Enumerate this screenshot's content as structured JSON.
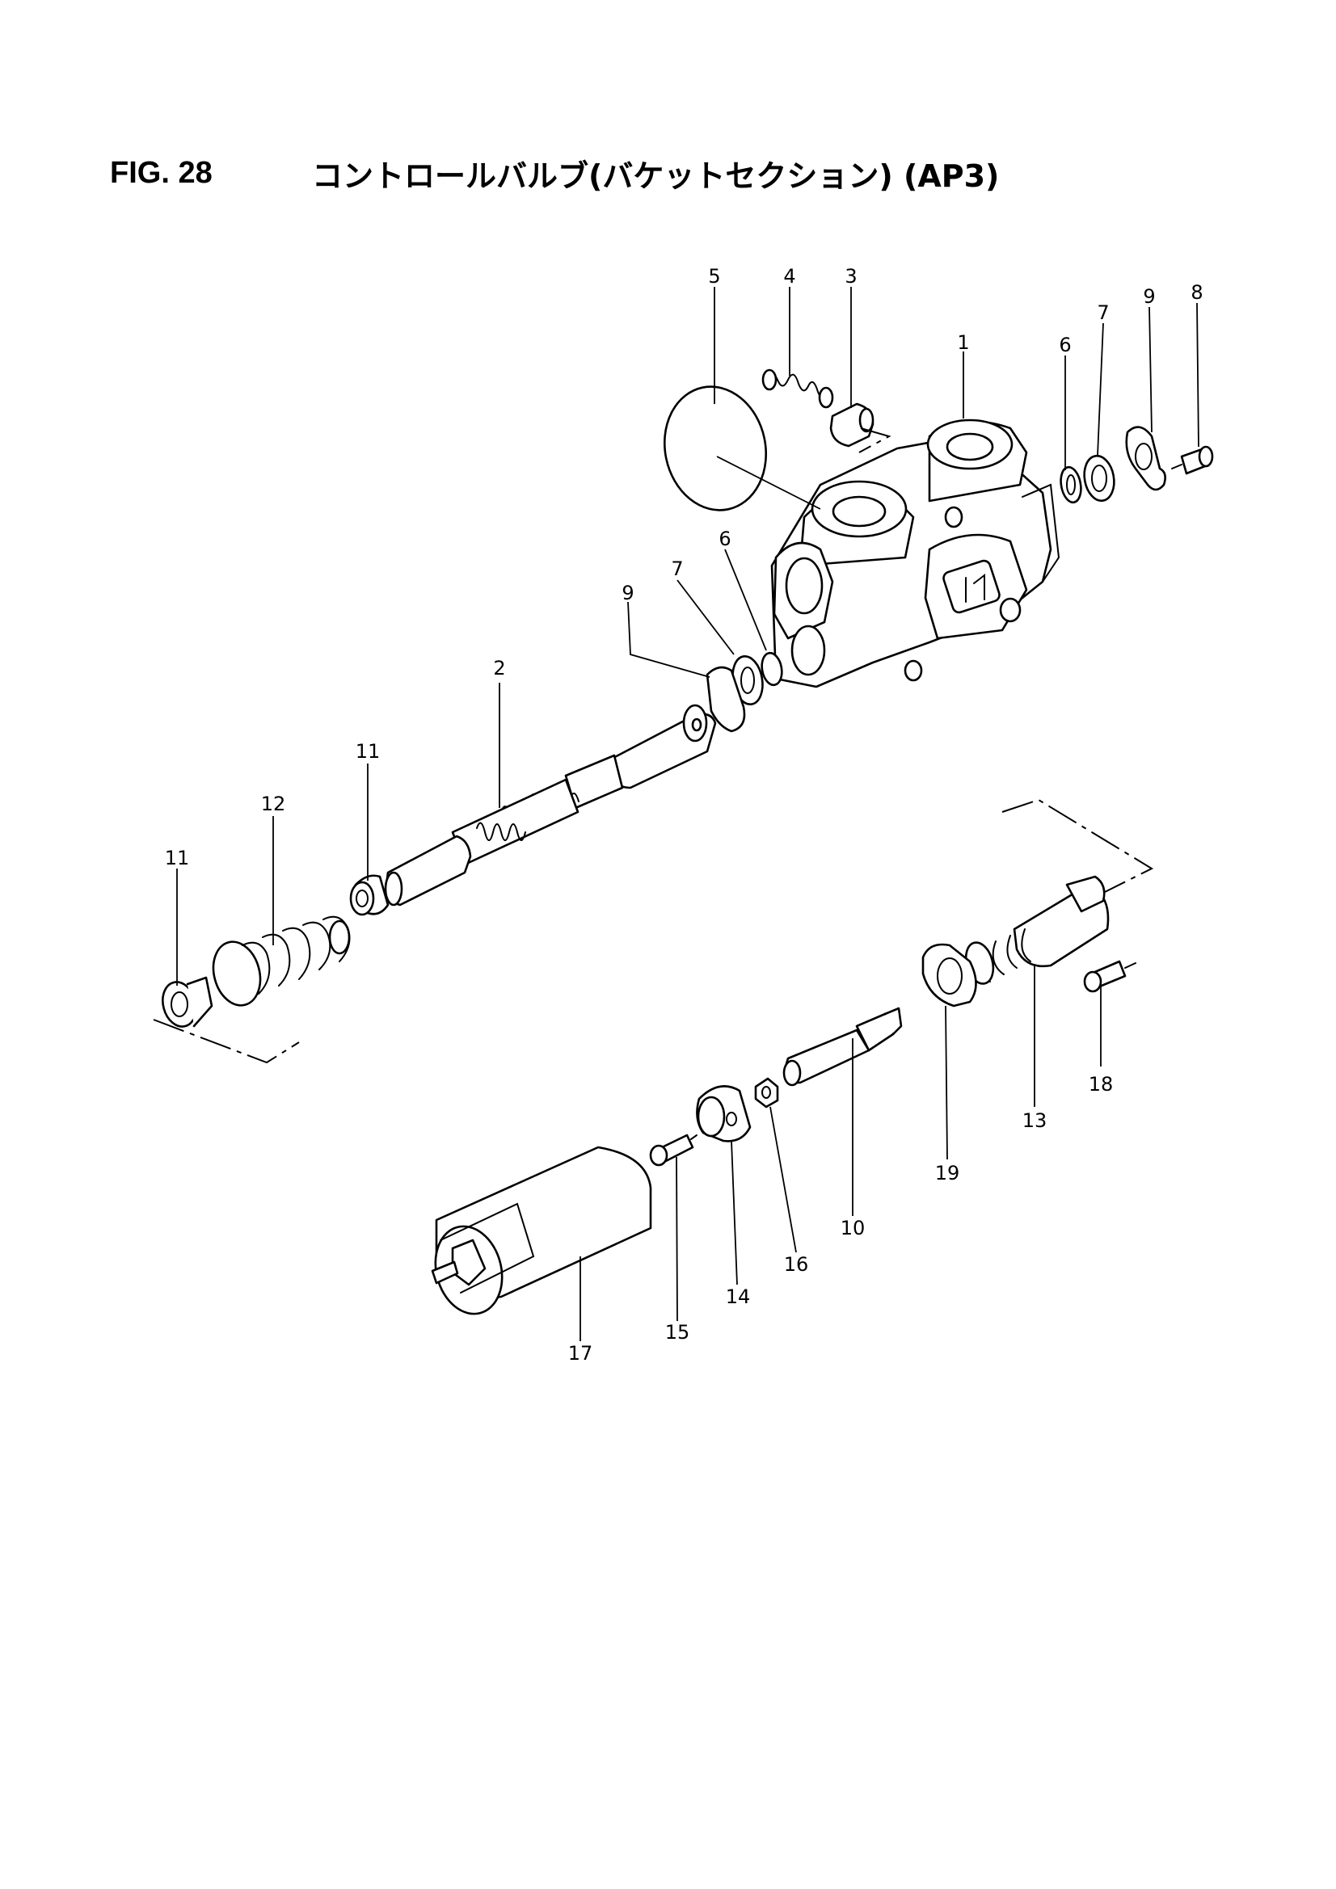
{
  "header": {
    "fig_label": "FIG. 28",
    "title": "コントロールバルブ(バケットセクション) (AP3)"
  },
  "callouts": {
    "c1": "1",
    "c2": "2",
    "c3": "3",
    "c4": "4",
    "c5": "5",
    "c6a": "6",
    "c6b": "6",
    "c7a": "7",
    "c7b": "7",
    "c8": "8",
    "c9a": "9",
    "c9b": "9",
    "c10": "10",
    "c11a": "11",
    "c11b": "11",
    "c12": "12",
    "c13": "13",
    "c14": "14",
    "c15": "15",
    "c16": "16",
    "c17": "17",
    "c18": "18",
    "c19": "19"
  }
}
